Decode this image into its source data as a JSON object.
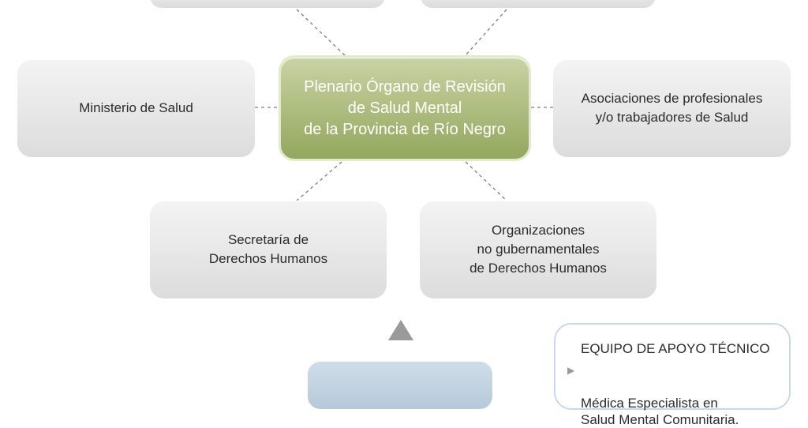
{
  "diagram": {
    "center": {
      "label": "Plenario Órgano de Revisión\nde Salud Mental\nde la Provincia de Río Negro"
    },
    "nodes": [
      {
        "id": "ministerio-salud",
        "label": "Ministerio de Salud"
      },
      {
        "id": "asociaciones",
        "label": "Asociaciones de profesionales\ny/o trabajadores de Salud"
      },
      {
        "id": "secretaria-ddhh",
        "label": "Secretaría de\nDerechos Humanos"
      },
      {
        "id": "ong-ddhh",
        "label": "Organizaciones\nno gubernamentales\nde Derechos Humanos"
      }
    ]
  },
  "team": {
    "title": "EQUIPO DE APOYO TÉCNICO",
    "items": [
      "Médica Especialista en\nSalud Mental Comunitaria."
    ]
  },
  "colors": {
    "center_fill": "#a3b46e",
    "node_fill": "#e6e6e6",
    "team_border": "#c7d9e8",
    "lower_box_fill": "#c3d4e2",
    "arrow": "#9a9a9a"
  },
  "icons": {
    "up_arrow": "triangle-up-icon",
    "bullet": "triangle-right-icon"
  }
}
